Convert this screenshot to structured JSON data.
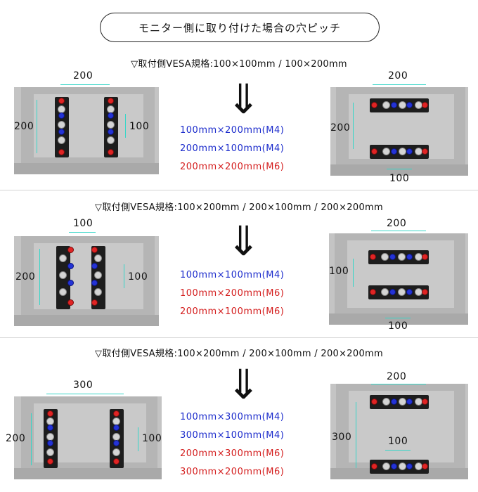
{
  "title": "モニター側に取り付けた場合の穴ピッチ",
  "arrow": "⇓",
  "colors": {
    "blue": "#1c2ccc",
    "red": "#d41e1e",
    "dimension": "#36d6c8"
  },
  "sections": [
    {
      "label": "▽取付側VESA規格:100×100mm / 100×200mm",
      "specs": [
        {
          "text": "100mm×200mm(M4)",
          "color": "blue"
        },
        {
          "text": "200mm×100mm(M4)",
          "color": "blue"
        },
        {
          "text": "200mm×200mm(M6)",
          "color": "red"
        }
      ],
      "left_dims": {
        "top": "200",
        "left": "200",
        "right": "100"
      },
      "right_dims": {
        "top": "200",
        "left": "200",
        "bottom": "100"
      }
    },
    {
      "label": "▽取付側VESA規格:100×200mm / 200×100mm / 200×200mm",
      "specs": [
        {
          "text": "100mm×100mm(M4)",
          "color": "blue"
        },
        {
          "text": "100mm×200mm(M6)",
          "color": "red"
        },
        {
          "text": "200mm×100mm(M6)",
          "color": "red"
        }
      ],
      "left_dims": {
        "top": "100",
        "left": "200",
        "right": "100"
      },
      "right_dims": {
        "top": "200",
        "left": "100",
        "bottom": "100"
      }
    },
    {
      "label": "▽取付側VESA規格:100×200mm / 200×100mm / 200×200mm",
      "specs": [
        {
          "text": "100mm×300mm(M4)",
          "color": "blue"
        },
        {
          "text": "300mm×100mm(M4)",
          "color": "blue"
        },
        {
          "text": "200mm×300mm(M6)",
          "color": "red"
        },
        {
          "text": "300mm×200mm(M6)",
          "color": "red"
        }
      ],
      "left_dims": {
        "top": "300",
        "left": "200",
        "right": "100"
      },
      "right_dims": {
        "top": "200",
        "left": "300",
        "mid": "100"
      }
    }
  ]
}
